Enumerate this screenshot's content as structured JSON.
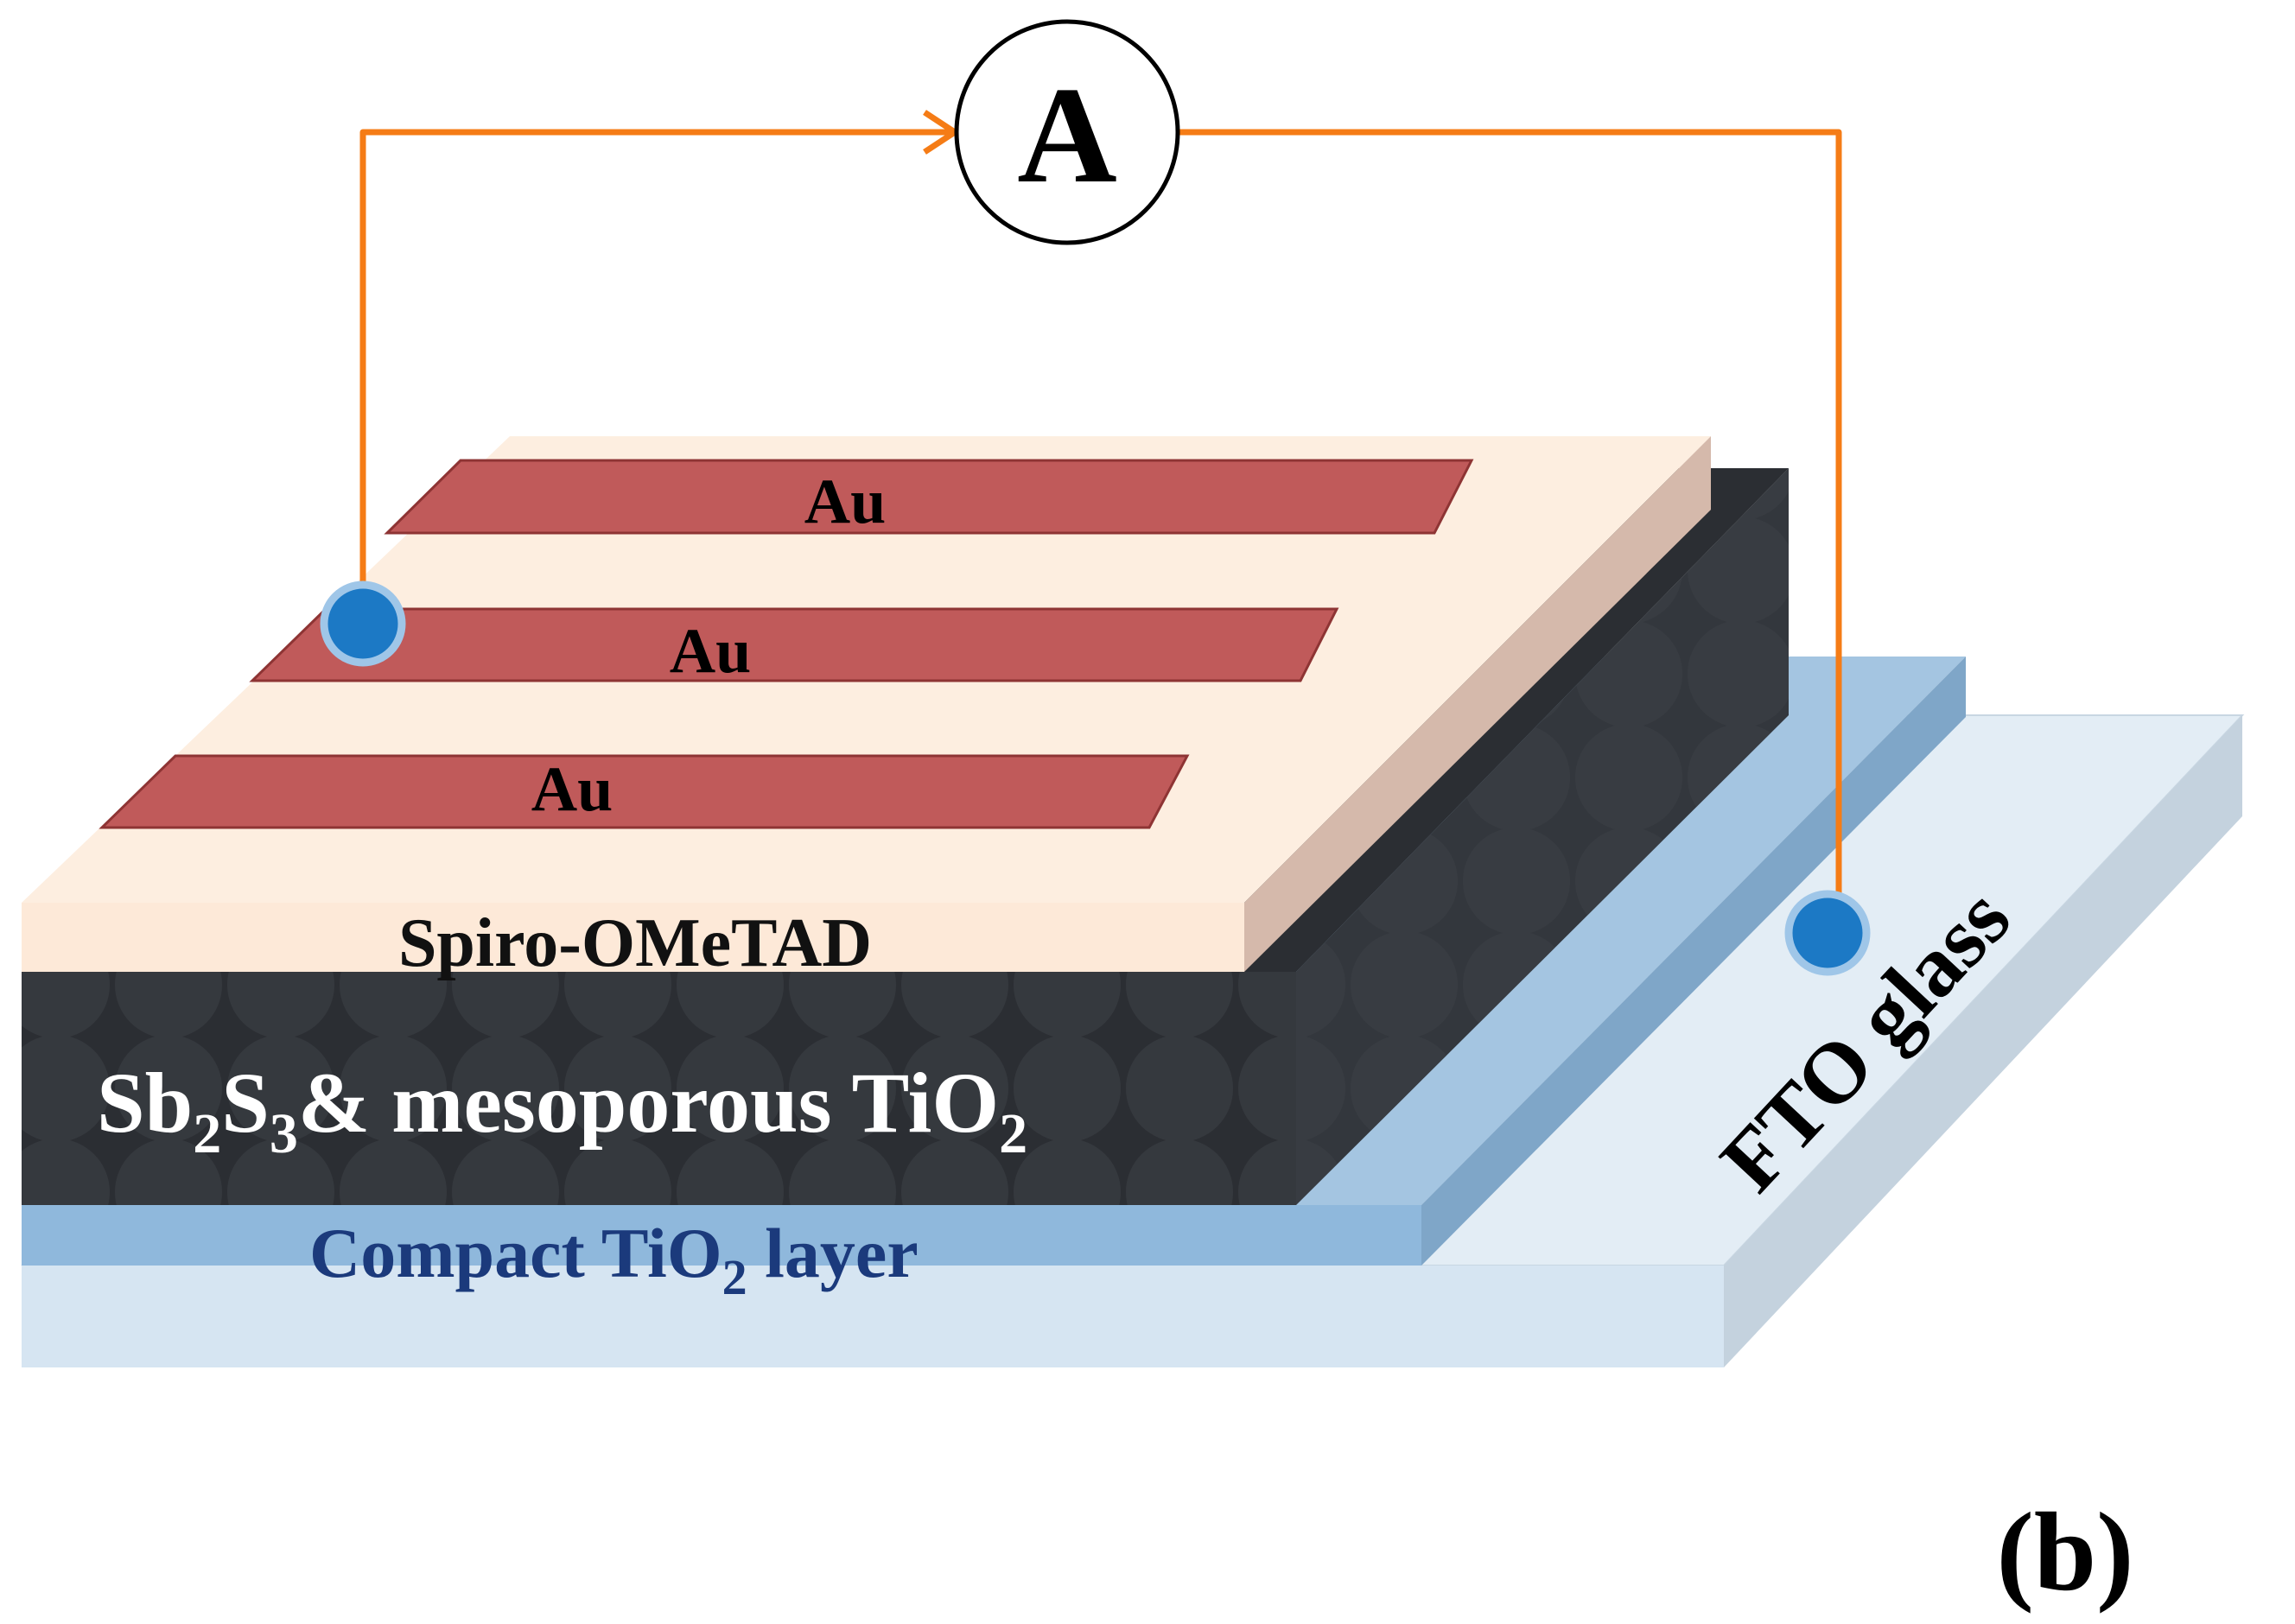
{
  "labels": {
    "ammeter": "A",
    "au": [
      "Au",
      "Au",
      "Au"
    ],
    "spiro": "Spiro-OMeTAD",
    "absorber": {
      "p1": "Sb",
      "s1": "2",
      "p2": "S",
      "s2": "3",
      "p3": "& mesoporous TiO",
      "s3": "2"
    },
    "compact": {
      "main": "Compact TiO",
      "sub": "2",
      "tail": " layer"
    },
    "fto": "FTO glass",
    "panel": "(b)"
  },
  "colors": {
    "wire": "#f57c16",
    "contact_dot": "#1c79c5",
    "gold": "#c05a5a",
    "spiro_top": "#fdeee0",
    "spiro_side": "#d5b9ab",
    "absorber": "#2b2e33",
    "compact": "#8fb8dc",
    "fto": "#dbe8f3",
    "compact_text": "#1b3a7c"
  }
}
